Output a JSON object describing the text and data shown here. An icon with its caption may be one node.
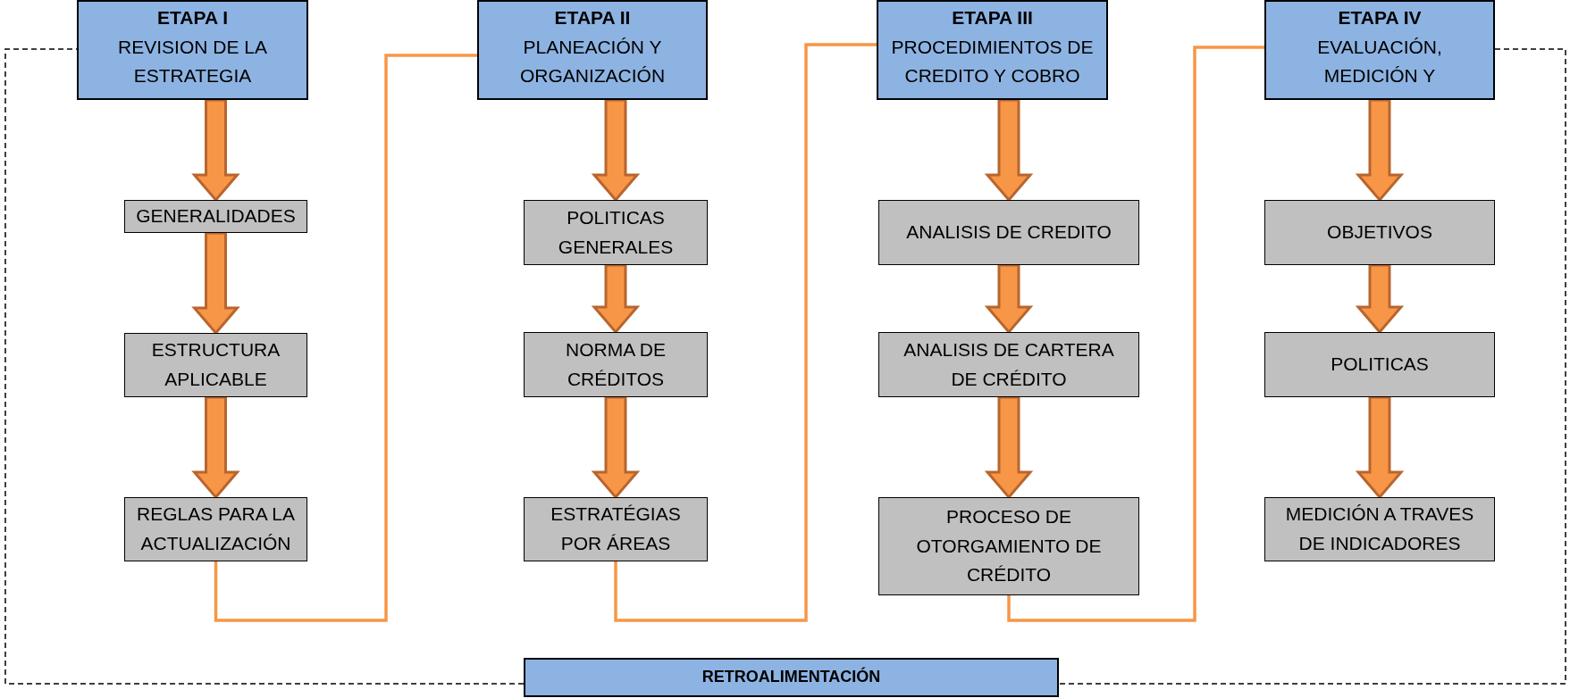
{
  "diagram": {
    "nodes": [
      {
        "text": [
          "ETAPA I",
          "REVISION DE LA ESTRATEGIA"
        ]
      },
      {
        "text": [
          "ETAPA II",
          "PLANEACIÓN Y ORGANIZACIÓN"
        ]
      },
      {
        "text": [
          "ETAPA III",
          "PROCEDIMIENTOS DE CREDITO Y COBRO"
        ]
      },
      {
        "text": [
          "ETAPA IV",
          "EVALUACIÓN, MEDICIÓN Y"
        ]
      },
      {
        "text": [
          "GENERALIDADES"
        ]
      },
      {
        "text": [
          "ESTRUCTURA APLICABLE"
        ]
      },
      {
        "text": [
          "REGLAS PARA LA ACTUALIZACIÓN"
        ]
      },
      {
        "text": [
          "POLITICAS GENERALES"
        ]
      },
      {
        "text": [
          "NORMA DE CRÉDITOS"
        ]
      },
      {
        "text": [
          "ESTRATÉGIAS POR ÁREAS"
        ]
      },
      {
        "text": [
          "ANALISIS DE CREDITO"
        ]
      },
      {
        "text": [
          "ANALISIS DE CARTERA DE CRÉDITO"
        ]
      },
      {
        "text": [
          "PROCESO DE OTORGAMIENTO DE CRÉDITO"
        ]
      },
      {
        "text": [
          "OBJETIVOS"
        ]
      },
      {
        "text": [
          "POLITICAS"
        ]
      },
      {
        "text": [
          "MEDICIÓN A TRAVES DE INDICADORES"
        ]
      },
      {
        "text": [
          "RETROALIMENTACIÓN"
        ]
      }
    ],
    "edges": [
      {
        "from": 0,
        "to": 4,
        "arrow": "to",
        "style": "thick"
      },
      {
        "from": 4,
        "to": 5,
        "arrow": "to",
        "style": "thick"
      },
      {
        "from": 5,
        "to": 6,
        "arrow": "to",
        "style": "thick"
      },
      {
        "from": 6,
        "to": 1,
        "arrow": "none"
      },
      {
        "from": 1,
        "to": 7,
        "arrow": "to",
        "style": "thick"
      },
      {
        "from": 7,
        "to": 8,
        "arrow": "to",
        "style": "thick"
      },
      {
        "from": 8,
        "to": 9,
        "arrow": "to",
        "style": "thick"
      },
      {
        "from": 9,
        "to": 2,
        "arrow": "none"
      },
      {
        "from": 2,
        "to": 10,
        "arrow": "to",
        "style": "thick"
      },
      {
        "from": 10,
        "to": 11,
        "arrow": "to",
        "style": "thick"
      },
      {
        "from": 11,
        "to": 12,
        "arrow": "to",
        "style": "thick"
      },
      {
        "from": 12,
        "to": 3,
        "arrow": "none"
      },
      {
        "from": 3,
        "to": 13,
        "arrow": "to",
        "style": "thick"
      },
      {
        "from": 13,
        "to": 14,
        "arrow": "to",
        "style": "thick"
      },
      {
        "from": 14,
        "to": 15,
        "arrow": "to",
        "style": "thick"
      },
      {
        "from": 3,
        "to": 16,
        "arrow": "none",
        "style": "dashed",
        "color": "#000000"
      },
      {
        "from": 16,
        "to": 0,
        "arrow": "none",
        "style": "dashed",
        "color": "#000000"
      }
    ]
  }
}
